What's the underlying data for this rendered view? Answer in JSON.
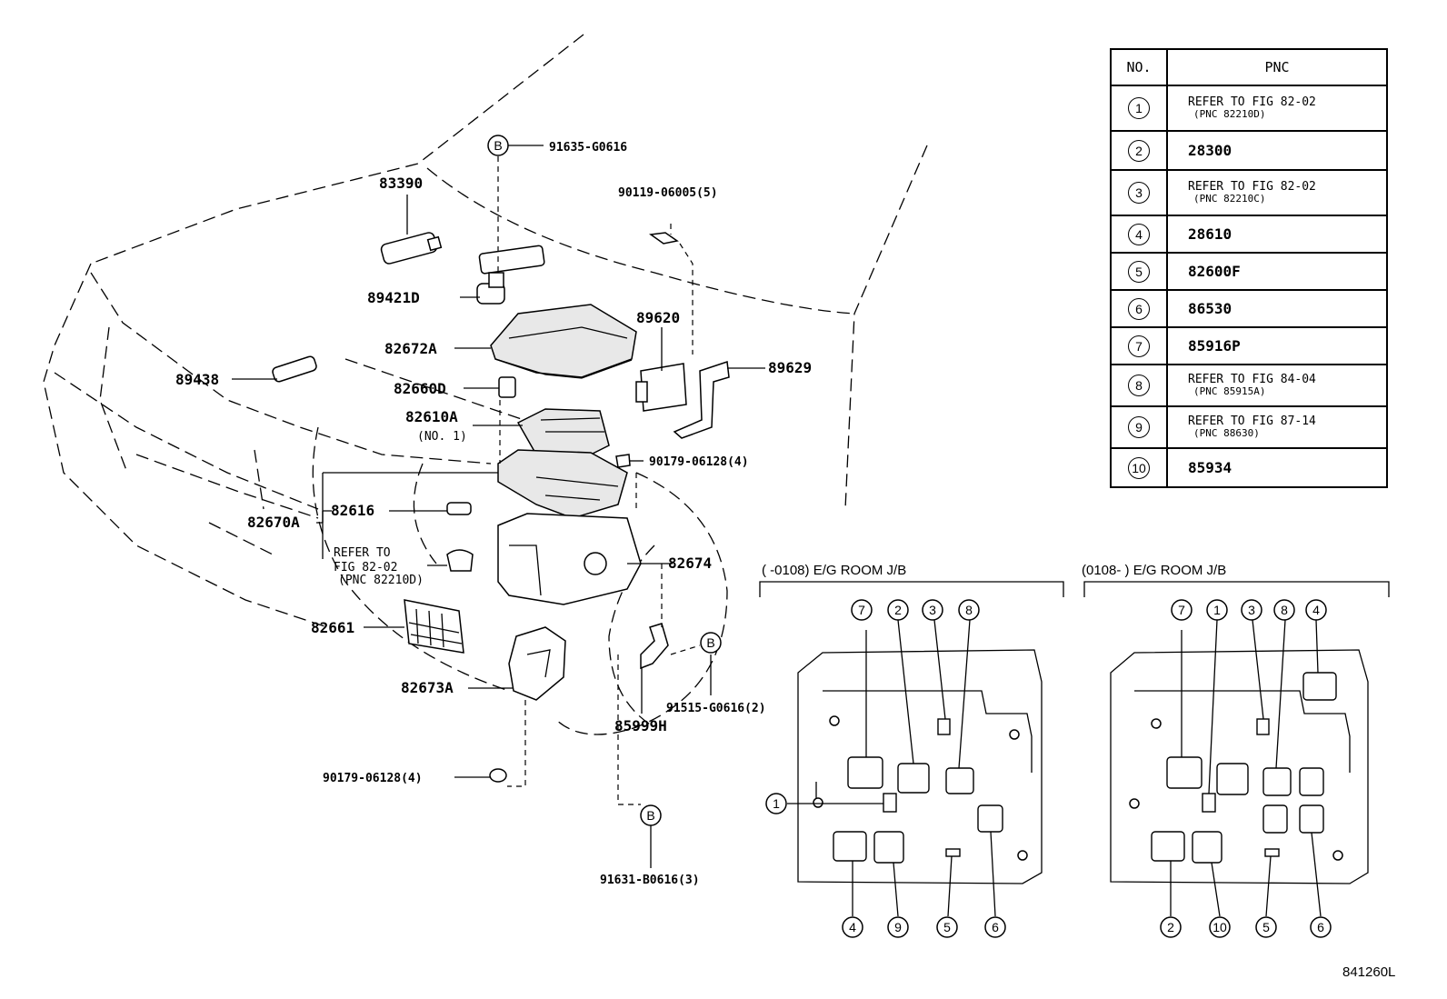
{
  "callouts": {
    "c91635": "91635-G0616",
    "c90119": "90119-06005(5)",
    "c83390": "83390",
    "c89421": "89421D",
    "c89620": "89620",
    "c82672": "82672A",
    "c89629": "89629",
    "c89438": "89438",
    "c82660": "82660D",
    "c82610": "82610A",
    "c82610_no": "(NO. 1)",
    "c90179_top": "90179-06128(4)",
    "c82670": "82670A",
    "c82616": "82616",
    "c82674": "82674",
    "refer_l1": "REFER TO",
    "refer_l2": "FIG 82-02",
    "refer_l3": "(PNC 82210D)",
    "c82661": "82661",
    "c82673": "82673A",
    "c91515": "91515-G0616(2)",
    "c85999": "85999H",
    "c90179_bot": "90179-06128(4)",
    "c91631": "91631-B0616(3)",
    "b_mark": "B"
  },
  "table": {
    "head_no": "NO.",
    "head_pnc": "PNC",
    "rows": [
      {
        "no": "1",
        "line1": "REFER TO FIG 82-02",
        "line2": "(PNC 82210D)"
      },
      {
        "no": "2",
        "line1": "28300",
        "line2": ""
      },
      {
        "no": "3",
        "line1": "REFER TO FIG 82-02",
        "line2": "(PNC 82210C)"
      },
      {
        "no": "4",
        "line1": "28610",
        "line2": ""
      },
      {
        "no": "5",
        "line1": "82600F",
        "line2": ""
      },
      {
        "no": "6",
        "line1": "86530",
        "line2": ""
      },
      {
        "no": "7",
        "line1": "85916P",
        "line2": ""
      },
      {
        "no": "8",
        "line1": "REFER TO FIG 84-04",
        "line2": "(PNC 85915A)"
      },
      {
        "no": "9",
        "line1": "REFER TO FIG 87-14",
        "line2": "(PNC 88630)"
      },
      {
        "no": "10",
        "line1": "85934",
        "line2": ""
      }
    ]
  },
  "jb_left": {
    "header": "(     -0108) E/G ROOM J/B",
    "top_markers": [
      "7",
      "2",
      "3",
      "8"
    ],
    "side_marker": "1",
    "bottom_markers": [
      "4",
      "9",
      "5",
      "6"
    ]
  },
  "jb_right": {
    "header": "(0108-      ) E/G ROOM J/B",
    "top_markers": [
      "7",
      "1",
      "3",
      "8",
      "4"
    ],
    "bottom_markers": [
      "2",
      "10",
      "5",
      "6"
    ]
  },
  "figure_code": "841260L"
}
